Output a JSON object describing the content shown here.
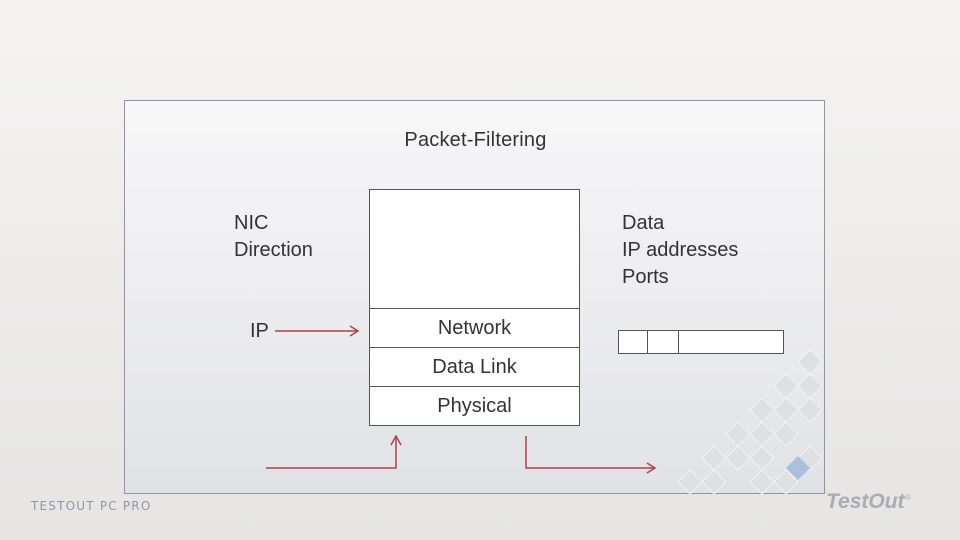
{
  "diagram": {
    "title": "Packet-Filtering",
    "left_criteria": [
      "NIC",
      "Direction"
    ],
    "right_criteria": [
      "Data",
      "IP addresses",
      "Ports"
    ],
    "ip_label": "IP",
    "layers": [
      "Network",
      "Data Link",
      "Physical"
    ],
    "packet_fields": 3,
    "arrow_color": "#b0404a"
  },
  "footer": {
    "product": "TESTOUT PC PRO",
    "logo": "TestOut",
    "logo_mark": "®"
  }
}
